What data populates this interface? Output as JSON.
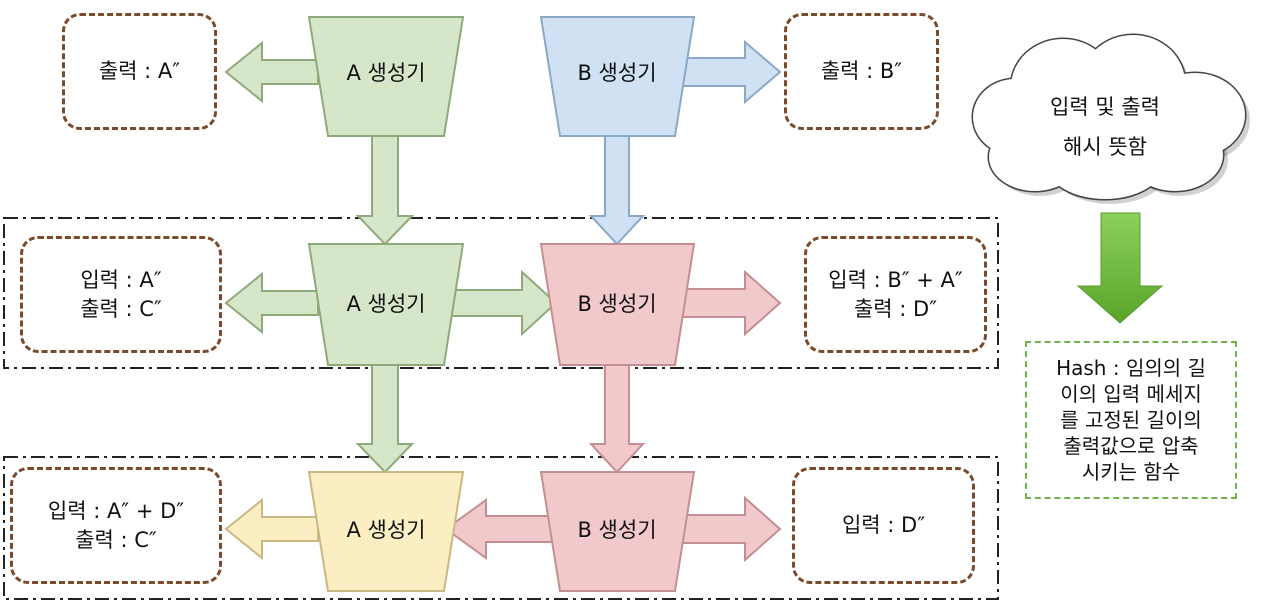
{
  "colors": {
    "green_fill": "#d6e6c8",
    "green_stroke": "#8faa7a",
    "blue_fill": "#cfe1f3",
    "blue_stroke": "#8aa9c6",
    "pink_fill": "#f2c9cb",
    "pink_stroke": "#c48f92",
    "yellow_fill": "#fbeec2",
    "yellow_stroke": "#c9b881",
    "box_border": "#7a4a2a",
    "hash_arrow": "#6fb23a",
    "hash_border": "#6fb34a"
  },
  "row1": {
    "gen_a": "A 생성기",
    "gen_b": "B 생성기",
    "box_left": [
      "출력 : A″"
    ],
    "box_right": [
      "출력 : B″"
    ]
  },
  "row2": {
    "gen_a": "A 생성기",
    "gen_b": "B 생성기",
    "box_left": [
      "입력 : A″",
      "출력 : C″"
    ],
    "box_right": [
      "입력 : B″ + A″",
      "출력 : D″"
    ]
  },
  "row3": {
    "gen_a": "A 생성기",
    "gen_b": "B 생성기",
    "box_left": [
      "입력 : A″ + D″",
      "출력 : C″"
    ],
    "box_right": [
      "입력 : D″"
    ]
  },
  "cloud": {
    "lines": [
      "입력 및 출력",
      "해시 뜻함"
    ]
  },
  "hash_note": {
    "lines": [
      "Hash : 임의의 길",
      "이의 입력 메세지",
      "를 고정된 길이의",
      "출력값으로 압축",
      "시키는 함수"
    ]
  }
}
